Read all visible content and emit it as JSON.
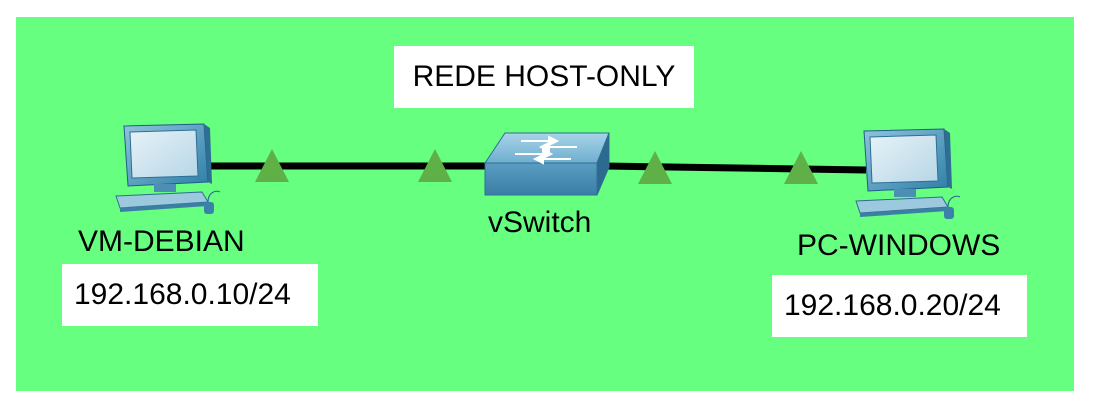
{
  "diagram": {
    "title": "REDE HOST-ONLY",
    "background_color": "#66ff80",
    "link_color": "#000000",
    "indicator_color": "#5eb047",
    "nodes": {
      "vm": {
        "name": "VM-DEBIAN",
        "ip": "192.168.0.10/24",
        "icon": "computer-icon"
      },
      "switch": {
        "name": "vSwitch",
        "icon": "switch-icon"
      },
      "pc": {
        "name": "PC-WINDOWS",
        "ip": "192.168.0.20/24",
        "icon": "computer-icon"
      }
    }
  }
}
